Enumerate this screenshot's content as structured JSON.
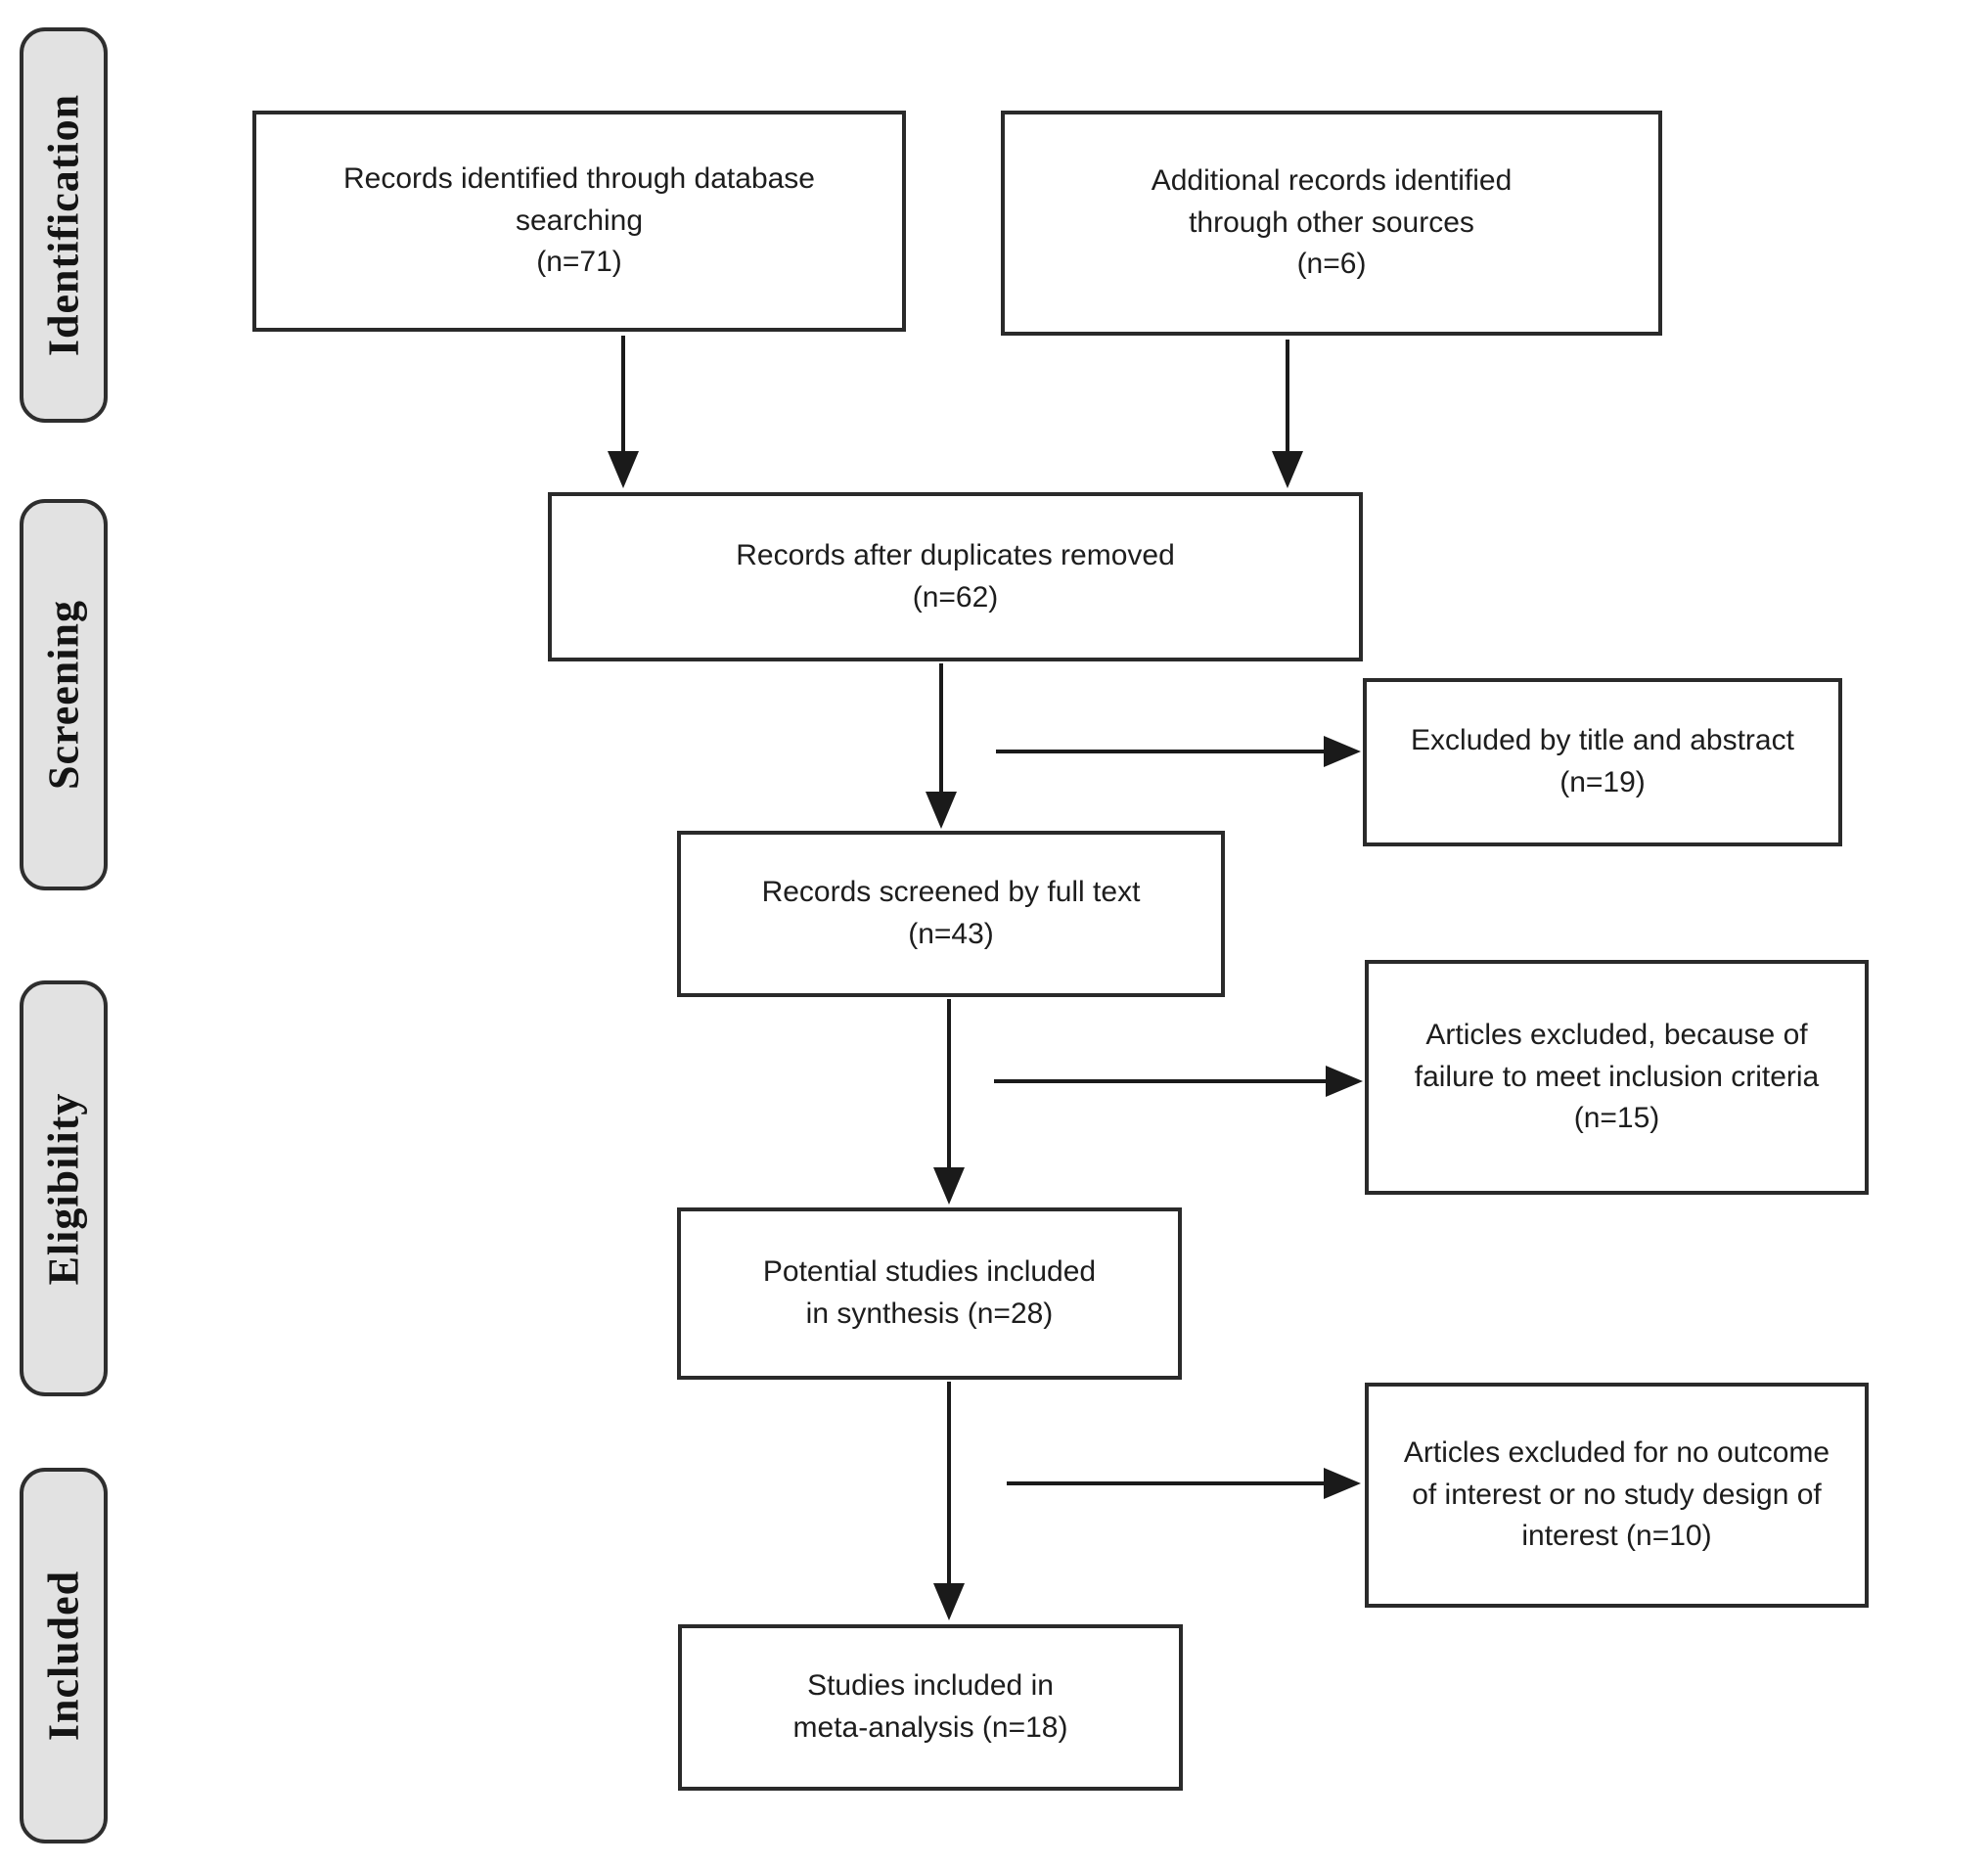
{
  "colors": {
    "background": "#ffffff",
    "stage_fill": "#e2e2e2",
    "stage_border": "#2e2e2e",
    "box_border": "#2a2a2a",
    "text": "#1d1d1d",
    "arrow": "#1a1a1a"
  },
  "stages": [
    {
      "label": "Identification"
    },
    {
      "label": "Screening"
    },
    {
      "label": "Eligibility"
    },
    {
      "label": "Included"
    }
  ],
  "boxes": [
    {
      "id": "records-identified-database",
      "n": 71,
      "lines": [
        "Records identified through database",
        "searching",
        "(n=71)"
      ]
    },
    {
      "id": "additional-records-other-sources",
      "n": 6,
      "lines": [
        "Additional records identified",
        "through other sources",
        "(n=6)"
      ]
    },
    {
      "id": "records-after-duplicates",
      "n": 62,
      "lines": [
        "Records after duplicates removed",
        "(n=62)"
      ]
    },
    {
      "id": "excluded-title-abstract",
      "n": 19,
      "lines": [
        "Excluded by title and abstract",
        "(n=19)"
      ]
    },
    {
      "id": "records-screened-full-text",
      "n": 43,
      "lines": [
        "Records screened by full text",
        "(n=43)"
      ]
    },
    {
      "id": "articles-excluded-inclusion-criteria",
      "n": 15,
      "lines": [
        "Articles excluded, because of",
        "failure to meet inclusion criteria",
        "(n=15)"
      ]
    },
    {
      "id": "potential-studies-synthesis",
      "n": 28,
      "lines": [
        "Potential studies included",
        "in synthesis (n=28)"
      ]
    },
    {
      "id": "articles-excluded-no-outcome",
      "n": 10,
      "lines": [
        "Articles excluded for no outcome",
        "of interest or no study design of",
        "interest (n=10)"
      ]
    },
    {
      "id": "studies-included-meta-analysis",
      "n": 18,
      "lines": [
        "Studies included in",
        "meta-analysis (n=18)"
      ]
    }
  ]
}
